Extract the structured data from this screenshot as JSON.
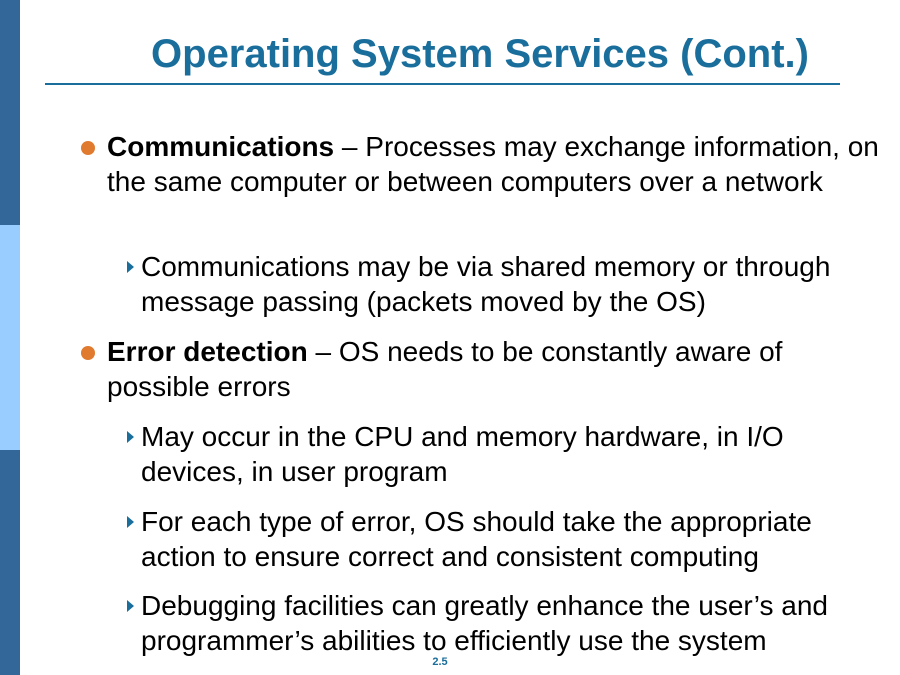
{
  "colors": {
    "title": "#1a6e9c",
    "bullet": "#e07a2e",
    "sidebar_dark": "#336699",
    "sidebar_light": "#99ccff"
  },
  "title": "Operating System Services (Cont.)",
  "items": [
    {
      "term": "Communications",
      "text": " – Processes may exchange information, on the same computer or between computers over a network"
    },
    {
      "text": "Communications may be via shared memory or through message passing (packets moved by the OS)"
    },
    {
      "term": "Error detection",
      "text": " – OS needs to be constantly aware of possible errors"
    },
    {
      "text": "May occur in the CPU and memory hardware, in I/O devices, in user program"
    },
    {
      "text": "For each type of error, OS should take the appropriate action to ensure correct and consistent computing"
    },
    {
      "text": "Debugging facilities can greatly enhance the user’s and programmer’s abilities to efficiently use the system"
    }
  ],
  "page_number": "2.5"
}
